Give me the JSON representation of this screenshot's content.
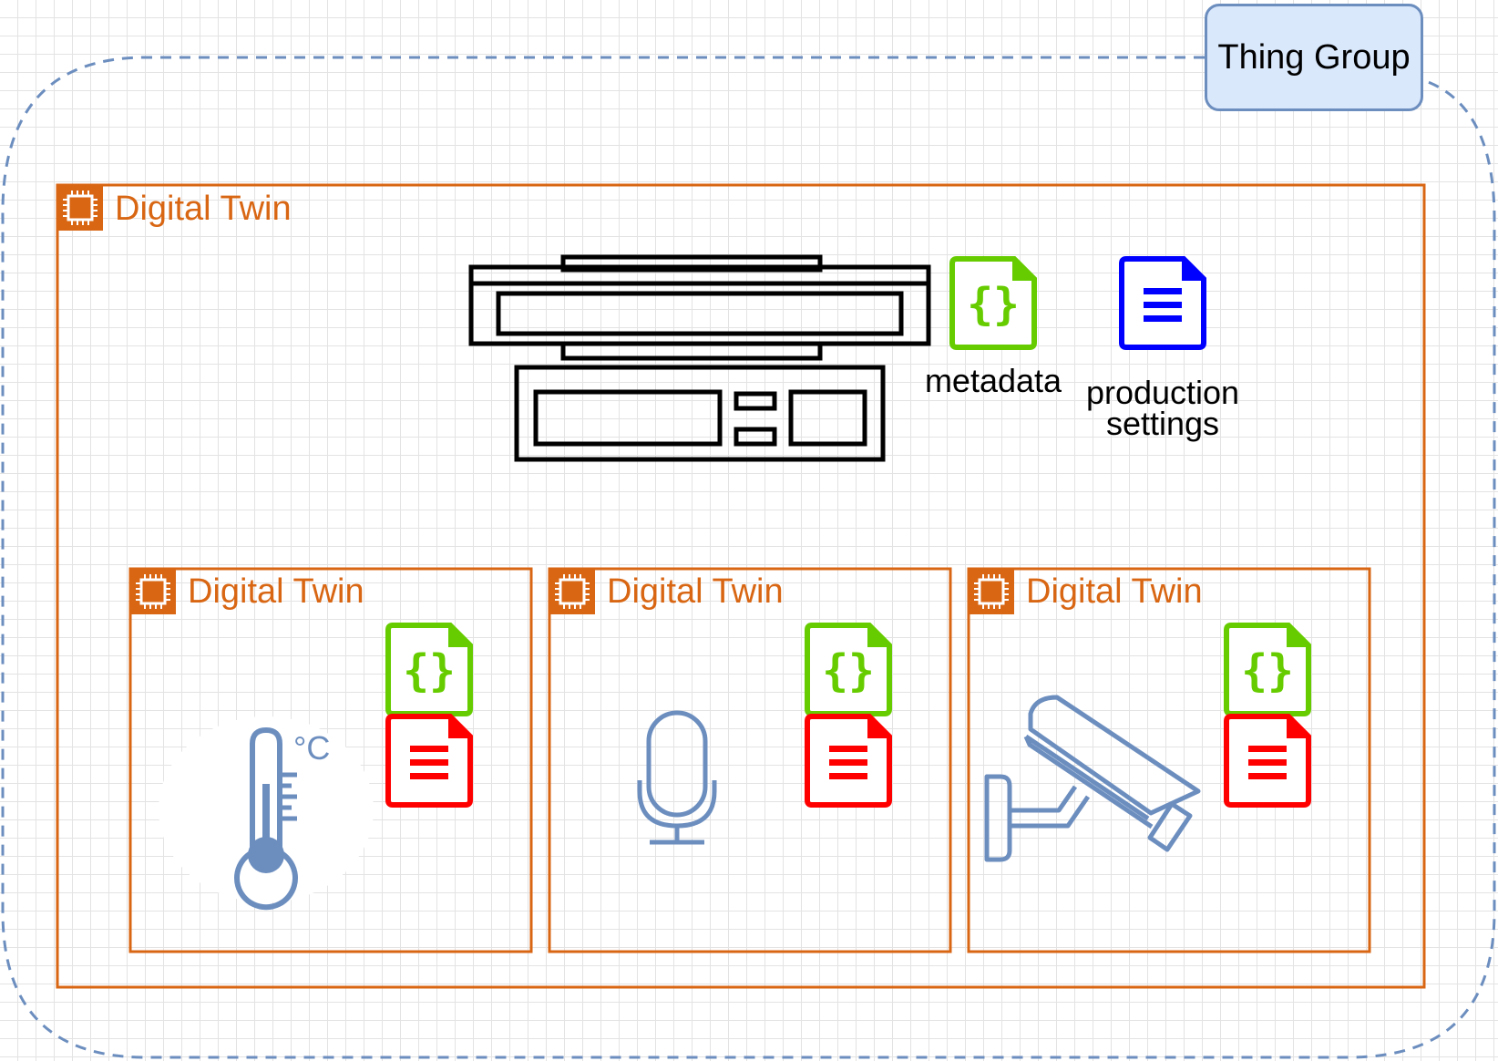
{
  "thing_group": {
    "label": "Thing Group",
    "border_color": "#6c8ebf",
    "fill_color": "#dae8fc"
  },
  "accent_color": "#d86613",
  "main_twin": {
    "title": "Digital Twin",
    "icon": "chip-icon",
    "device_icon": "machine-icon",
    "documents": [
      {
        "icon": "json-document-icon",
        "color": "#66cc00",
        "caption": "metadata"
      },
      {
        "icon": "text-document-icon",
        "color": "#0000ff",
        "caption": "production settings"
      }
    ]
  },
  "child_twins": [
    {
      "title": "Digital Twin",
      "device_icon": "thermometer-icon",
      "unit_label": "°C",
      "documents": [
        {
          "icon": "json-document-icon",
          "color": "#66cc00"
        },
        {
          "icon": "text-document-icon",
          "color": "#ff0000"
        }
      ]
    },
    {
      "title": "Digital Twin",
      "device_icon": "microphone-icon",
      "documents": [
        {
          "icon": "json-document-icon",
          "color": "#66cc00"
        },
        {
          "icon": "text-document-icon",
          "color": "#ff0000"
        }
      ]
    },
    {
      "title": "Digital Twin",
      "device_icon": "security-camera-icon",
      "documents": [
        {
          "icon": "json-document-icon",
          "color": "#66cc00"
        },
        {
          "icon": "text-document-icon",
          "color": "#ff0000"
        }
      ]
    }
  ],
  "json_glyph": "{}"
}
